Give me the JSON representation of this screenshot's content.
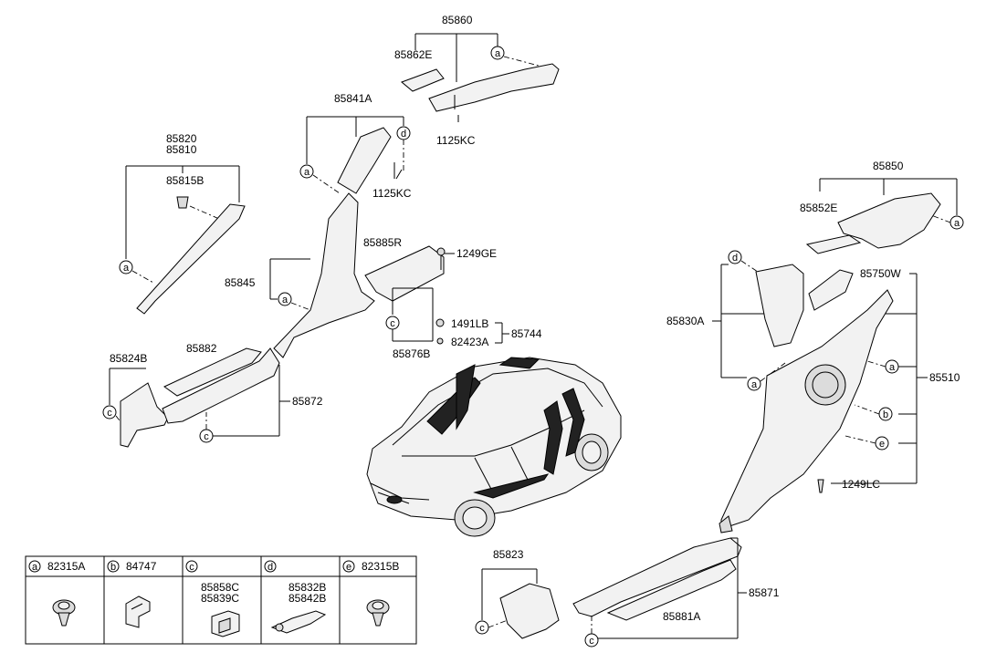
{
  "part_labels": {
    "p85860": "85860",
    "p85862E": "85862E",
    "p1125KC_a": "1125KC",
    "p85841A": "85841A",
    "p1125KC_b": "1125KC",
    "p85820": "85820",
    "p85810": "85810",
    "p85815B": "85815B",
    "p85845": "85845",
    "p85885R": "85885R",
    "p1249GE": "1249GE",
    "p1491LB": "1491LB",
    "p85744": "85744",
    "p82423A": "82423A",
    "p85876B": "85876B",
    "p85824B": "85824B",
    "p85882": "85882",
    "p85872": "85872",
    "p85850": "85850",
    "p85852E": "85852E",
    "p85750W": "85750W",
    "p85830A": "85830A",
    "p85510": "85510",
    "p1249LC": "1249LC",
    "p85823": "85823",
    "p85871": "85871",
    "p85881A": "85881A"
  },
  "callout_letters": {
    "a": "a",
    "b": "b",
    "c": "c",
    "d": "d",
    "e": "e"
  },
  "legend_table": {
    "cells": [
      {
        "letter": "a",
        "part": "82315A",
        "part2": ""
      },
      {
        "letter": "b",
        "part": "84747",
        "part2": ""
      },
      {
        "letter": "c",
        "part": "85858C",
        "part2": "85839C"
      },
      {
        "letter": "d",
        "part": "85832B",
        "part2": "85842B"
      },
      {
        "letter": "e",
        "part": "82315B",
        "part2": ""
      }
    ]
  }
}
